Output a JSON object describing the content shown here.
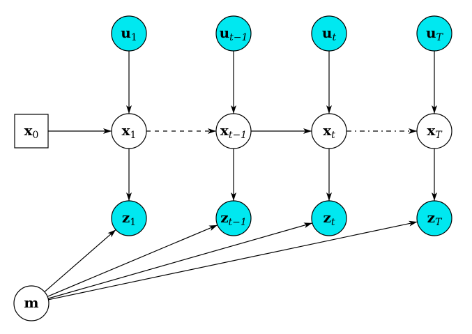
{
  "colors": {
    "observed_fill": "#00e8f0",
    "latent_fill": "#ffffff",
    "stroke": "#000000"
  },
  "nodes": {
    "x0": {
      "base": "x",
      "sub": "0",
      "italic": false,
      "shape": "box",
      "fill": "white"
    },
    "u1": {
      "base": "u",
      "sub": "1",
      "italic": false,
      "shape": "circle",
      "fill": "cyan"
    },
    "ut1": {
      "base": "u",
      "sub": "t−1",
      "italic": true,
      "shape": "circle",
      "fill": "cyan"
    },
    "ut": {
      "base": "u",
      "sub": "t",
      "italic": true,
      "shape": "circle",
      "fill": "cyan"
    },
    "uT": {
      "base": "u",
      "sub": "T",
      "italic": true,
      "shape": "circle",
      "fill": "cyan"
    },
    "x1": {
      "base": "x",
      "sub": "1",
      "italic": false,
      "shape": "circle",
      "fill": "white"
    },
    "xt1": {
      "base": "x",
      "sub": "t−1",
      "italic": true,
      "shape": "circle",
      "fill": "white"
    },
    "xt": {
      "base": "x",
      "sub": "t",
      "italic": true,
      "shape": "circle",
      "fill": "white"
    },
    "xT": {
      "base": "x",
      "sub": "T",
      "italic": true,
      "shape": "circle",
      "fill": "white"
    },
    "z1": {
      "base": "z",
      "sub": "1",
      "italic": false,
      "shape": "circle",
      "fill": "cyan"
    },
    "zt1": {
      "base": "z",
      "sub": "t−1",
      "italic": true,
      "shape": "circle",
      "fill": "cyan"
    },
    "zt": {
      "base": "z",
      "sub": "t",
      "italic": true,
      "shape": "circle",
      "fill": "cyan"
    },
    "zT": {
      "base": "z",
      "sub": "T",
      "italic": true,
      "shape": "circle",
      "fill": "cyan"
    },
    "m": {
      "base": "m",
      "sub": "",
      "italic": false,
      "shape": "circle",
      "fill": "white"
    }
  },
  "edges": [
    {
      "from": "x0",
      "to": "x1",
      "style": "solid"
    },
    {
      "from": "x1",
      "to": "xt1",
      "style": "dashed"
    },
    {
      "from": "xt1",
      "to": "xt",
      "style": "solid"
    },
    {
      "from": "xt",
      "to": "xT",
      "style": "dashdot"
    },
    {
      "from": "u1",
      "to": "x1",
      "style": "solid"
    },
    {
      "from": "ut1",
      "to": "xt1",
      "style": "solid"
    },
    {
      "from": "ut",
      "to": "xt",
      "style": "solid"
    },
    {
      "from": "uT",
      "to": "xT",
      "style": "solid"
    },
    {
      "from": "x1",
      "to": "z1",
      "style": "solid"
    },
    {
      "from": "xt1",
      "to": "zt1",
      "style": "solid"
    },
    {
      "from": "xt",
      "to": "zt",
      "style": "solid"
    },
    {
      "from": "xT",
      "to": "zT",
      "style": "solid"
    },
    {
      "from": "m",
      "to": "z1",
      "style": "solid"
    },
    {
      "from": "m",
      "to": "zt1",
      "style": "solid"
    },
    {
      "from": "m",
      "to": "zt",
      "style": "solid"
    },
    {
      "from": "m",
      "to": "zT",
      "style": "solid"
    }
  ]
}
